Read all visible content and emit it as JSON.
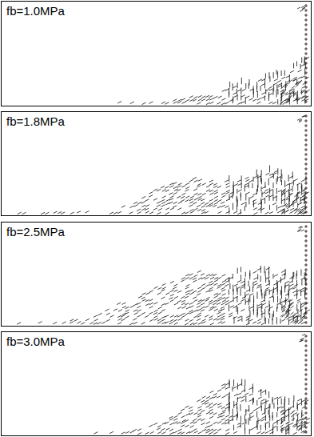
{
  "diagram": {
    "nodes": [
      {
        "text": [
          "fb=1.0MPa"
        ]
      },
      {
        "text": [
          "fb=1.8MPa"
        ]
      },
      {
        "text": [
          "fb=2.5MPa"
        ]
      },
      {
        "text": [
          "fb=3.0MPa"
        ]
      }
    ]
  }
}
